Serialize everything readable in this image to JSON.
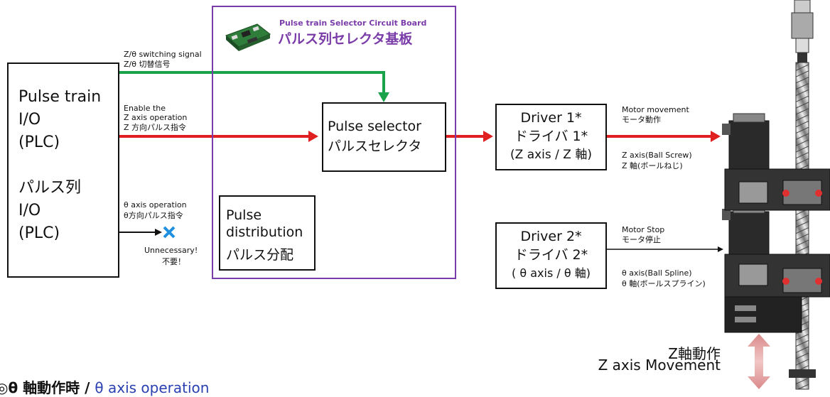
{
  "plc_box": {
    "line1": "Pulse train",
    "line2": "I/O",
    "line3": "(PLC)",
    "line4": "パルス列",
    "line5": "I/O",
    "line6": "(PLC)"
  },
  "signals": {
    "switch_en": "Z/θ switching signal",
    "switch_ja": "Z/θ 切替信号",
    "enable_en1": "Enable the",
    "enable_en2": "Z axis operation",
    "enable_ja": "Z 方向パルス指令",
    "theta_en": "θ axis operation",
    "theta_ja": "θ方向パルス指令",
    "unneeded_en": "Unnecessary!",
    "unneeded_ja": "不要！"
  },
  "board": {
    "title_en": "Pulse train Selector Circuit Board",
    "title_ja": "パルス列セレクタ基板",
    "selector_en": "Pulse selector",
    "selector_ja": "パルスセレクタ",
    "dist_line1": "Pulse",
    "dist_line2": "distribution",
    "dist_ja": "パルス分配"
  },
  "driver1": {
    "line1": "Driver 1*",
    "line2": "ドライバ 1*",
    "line3": "(Z axis / Z 軸)"
  },
  "driver2": {
    "line1": "Driver 2*",
    "line2": "ドライバ 2*",
    "line3": "( θ axis / θ 軸)"
  },
  "motor": {
    "move_en": "Motor movement",
    "move_ja": "モータ動作",
    "z_en": "Z axis(Ball Screw)",
    "z_ja": "Z 軸(ボールねじ)",
    "stop_en": "Motor Stop",
    "stop_ja": "モータ停止",
    "t_en": "θ axis(Ball Spline)",
    "t_ja": "θ 軸(ボールスプライン)"
  },
  "movement": {
    "ja": "Z軸動作",
    "en": "Z axis Movement"
  },
  "footer": {
    "prefix": "◎θ 軸動作時 / ",
    "highlight": "θ axis operation"
  },
  "colors": {
    "green_signal": "#1aa34a",
    "red_signal": "#e02020",
    "board_border": "#7a3ca8",
    "cross": "#1f8fe0",
    "movement_arrow": "#d98a8a"
  }
}
